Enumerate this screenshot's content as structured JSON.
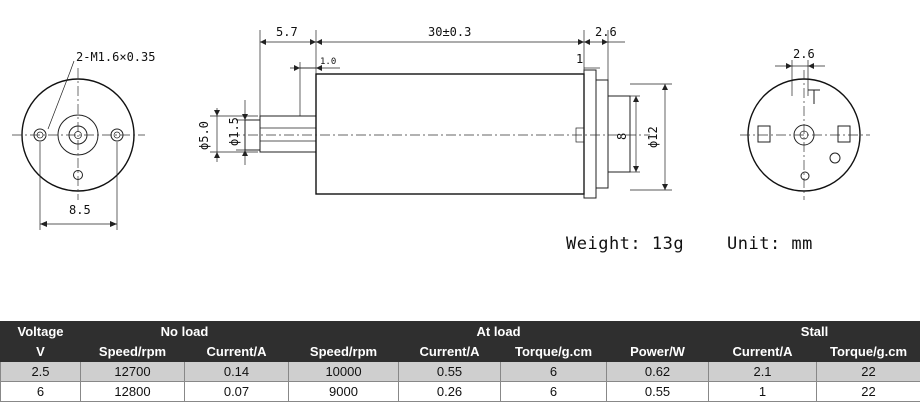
{
  "drawing": {
    "mount_label": "2-M1.6×0.35",
    "hole_spacing": "8.5",
    "shaft_len": "5.7",
    "body_len": "30±0.3",
    "end_len": "2.6",
    "boss_len": "1.0",
    "end_mark": "1",
    "boss_dia": "ϕ5.0",
    "shaft_dia": "ϕ1.5",
    "cap_width": "8",
    "body_dia": "ϕ12",
    "rear_offset": "2.6",
    "weight": "Weight: 13g",
    "unit": "Unit: mm"
  },
  "table": {
    "groups": {
      "voltage": "Voltage",
      "no_load": "No load",
      "at_load": "At load",
      "stall": "Stall"
    },
    "subheads": [
      "V",
      "Speed/rpm",
      "Current/A",
      "Speed/rpm",
      "Current/A",
      "Torque/g.cm",
      "Power/W",
      "Current/A",
      "Torque/g.cm"
    ],
    "rows": [
      [
        "2.5",
        "12700",
        "0.14",
        "10000",
        "0.55",
        "6",
        "0.62",
        "2.1",
        "22"
      ],
      [
        "6",
        "12800",
        "0.07",
        "9000",
        "0.26",
        "6",
        "0.55",
        "1",
        "22"
      ]
    ]
  }
}
